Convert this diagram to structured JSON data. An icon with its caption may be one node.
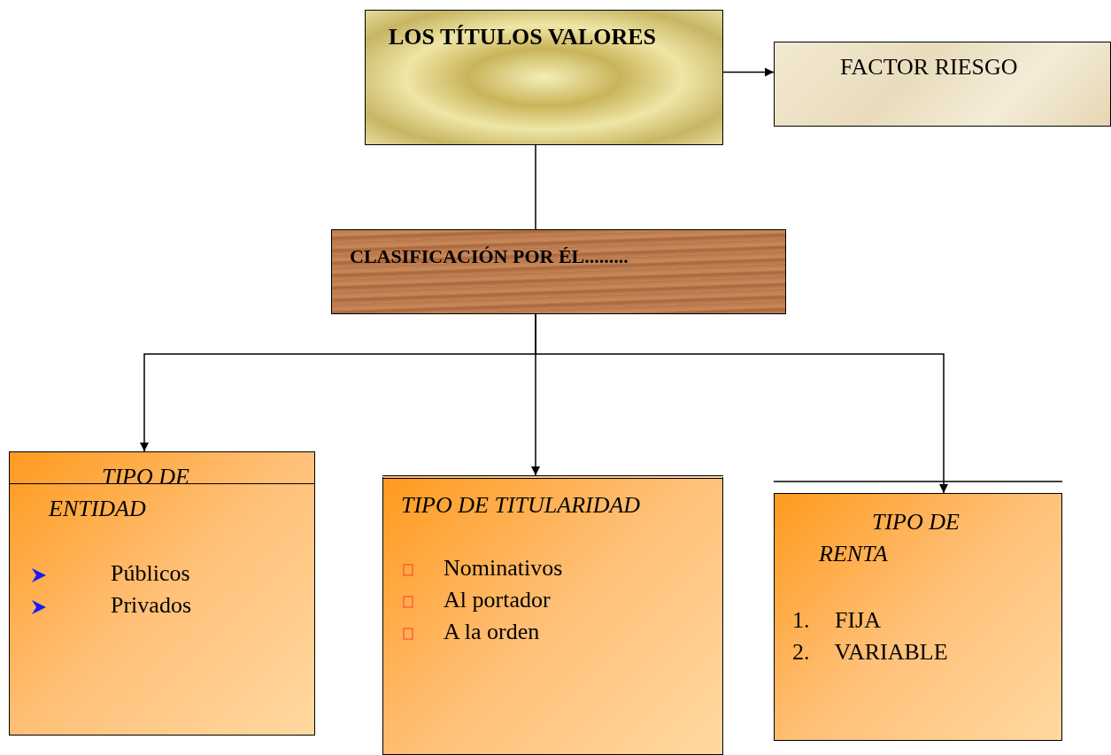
{
  "diagram": {
    "nodes": [
      {
        "text": [
          "LOS TÍTULOS VALORES"
        ]
      },
      {
        "text": [
          "FACTOR RIESGO"
        ]
      },
      {
        "text": [
          "CLASIFICACIÓN POR ÉL........."
        ]
      },
      {
        "text": [
          "TIPO DE ENTIDAD",
          "Públicos",
          "Privados"
        ]
      },
      {
        "text": [
          "TIPO DE TITULARIDAD",
          "Nominativos",
          "Al portador",
          "A la orden"
        ]
      },
      {
        "text": [
          "TIPO DE RENTA",
          "1. FIJA",
          "2. VARIABLE"
        ]
      }
    ],
    "edges": [
      {
        "from": 0,
        "to": 1,
        "arrow": "to"
      },
      {
        "from": 0,
        "to": 2,
        "arrow": "none"
      },
      {
        "from": 2,
        "to": 3,
        "arrow": "to"
      },
      {
        "from": 2,
        "to": 4,
        "arrow": "to"
      },
      {
        "from": 2,
        "to": 5,
        "arrow": "to"
      }
    ]
  }
}
